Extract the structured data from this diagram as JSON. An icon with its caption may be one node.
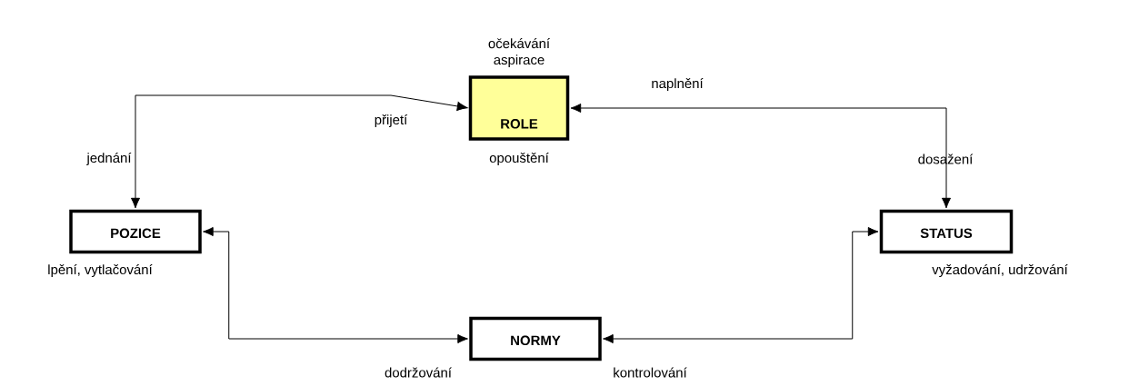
{
  "diagram": {
    "nodes": [
      {
        "text": [
          "očekávání aspirace",
          "ROLE"
        ],
        "beside": [
          "opouštění"
        ]
      },
      {
        "text": [
          "POZICE"
        ],
        "beside": [
          "lpění, vytlačování"
        ]
      },
      {
        "text": [
          "STATUS"
        ],
        "beside": [
          "vyžadování, udržování"
        ]
      },
      {
        "text": [
          "NORMY"
        ]
      }
    ],
    "edges": [
      {
        "from": 1,
        "to": 0,
        "arrow": "both",
        "label": "přijetí"
      },
      {
        "from": 2,
        "to": 0,
        "arrow": "both",
        "label": "naplnění"
      },
      {
        "from": 2,
        "to": 3,
        "arrow": "both",
        "label": "kontrolování"
      },
      {
        "from": 1,
        "to": 3,
        "arrow": "both",
        "label": "dodržování"
      }
    ],
    "labels": [
      "jednání",
      "dosažení"
    ]
  }
}
